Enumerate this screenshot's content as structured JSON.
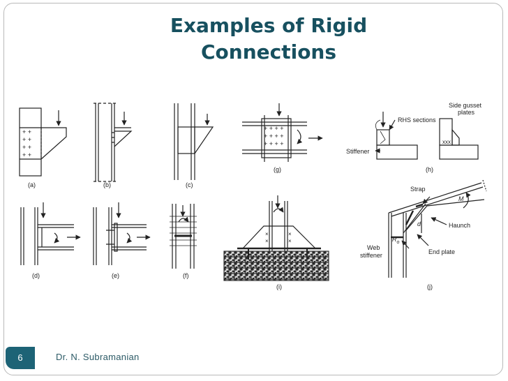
{
  "slide": {
    "title_line1": "Examples of Rigid",
    "title_line2": "Connections",
    "slide_number": "6",
    "footer": "Dr. N. Subramanian"
  },
  "figure": {
    "labels": {
      "a": "(a)",
      "b": "(b)",
      "c": "(c)",
      "d": "(d)",
      "e": "(e)",
      "f": "(f)",
      "g": "(g)",
      "h": "(h)",
      "i": "(i)",
      "j": "(j)"
    },
    "annotations": {
      "rhs_sections": "RHS sections",
      "stiffener": "Stiffener",
      "side_gusset_line1": "Side gusset",
      "side_gusset_line2": "plates",
      "strap": "Strap",
      "moment": "M",
      "haunch": "Haunch",
      "depth": "d",
      "ro": "R",
      "ro_sub": "o",
      "web_line1": "Web",
      "web_line2": "stiffener",
      "end_plate": "End plate"
    }
  }
}
